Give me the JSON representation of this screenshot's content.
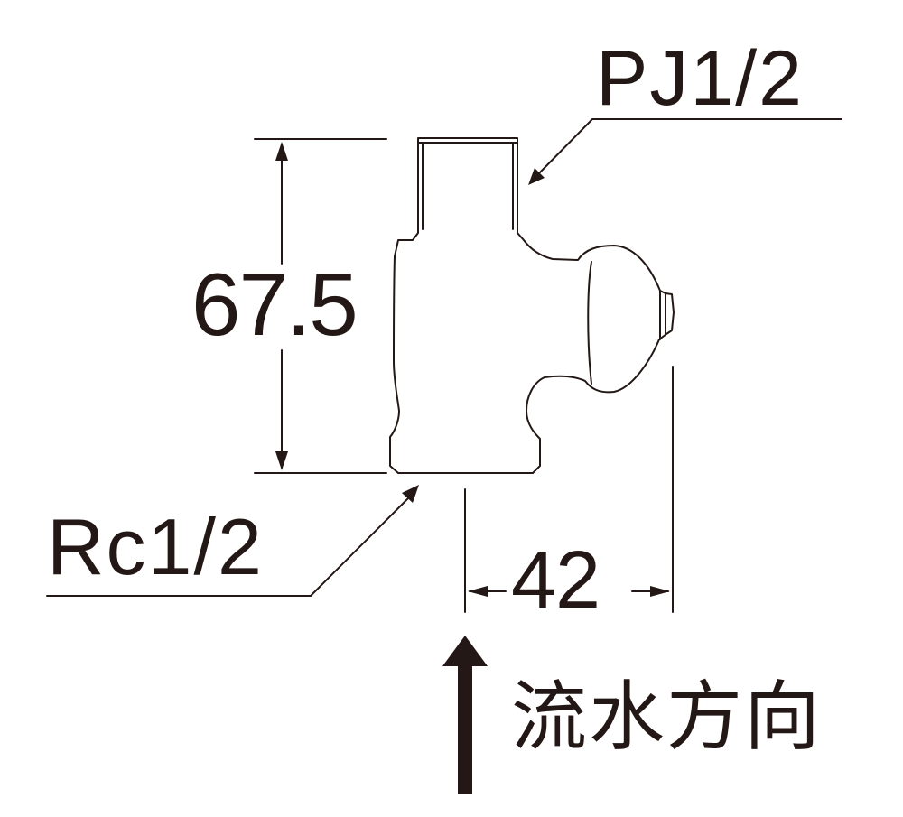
{
  "labels": {
    "outlet_thread": "PJ1/2",
    "height": "67.5",
    "inlet_thread": "Rc1/2",
    "width": "42",
    "flow_direction": "流水方向"
  },
  "colors": {
    "ink": "#231815",
    "background": "#ffffff"
  }
}
